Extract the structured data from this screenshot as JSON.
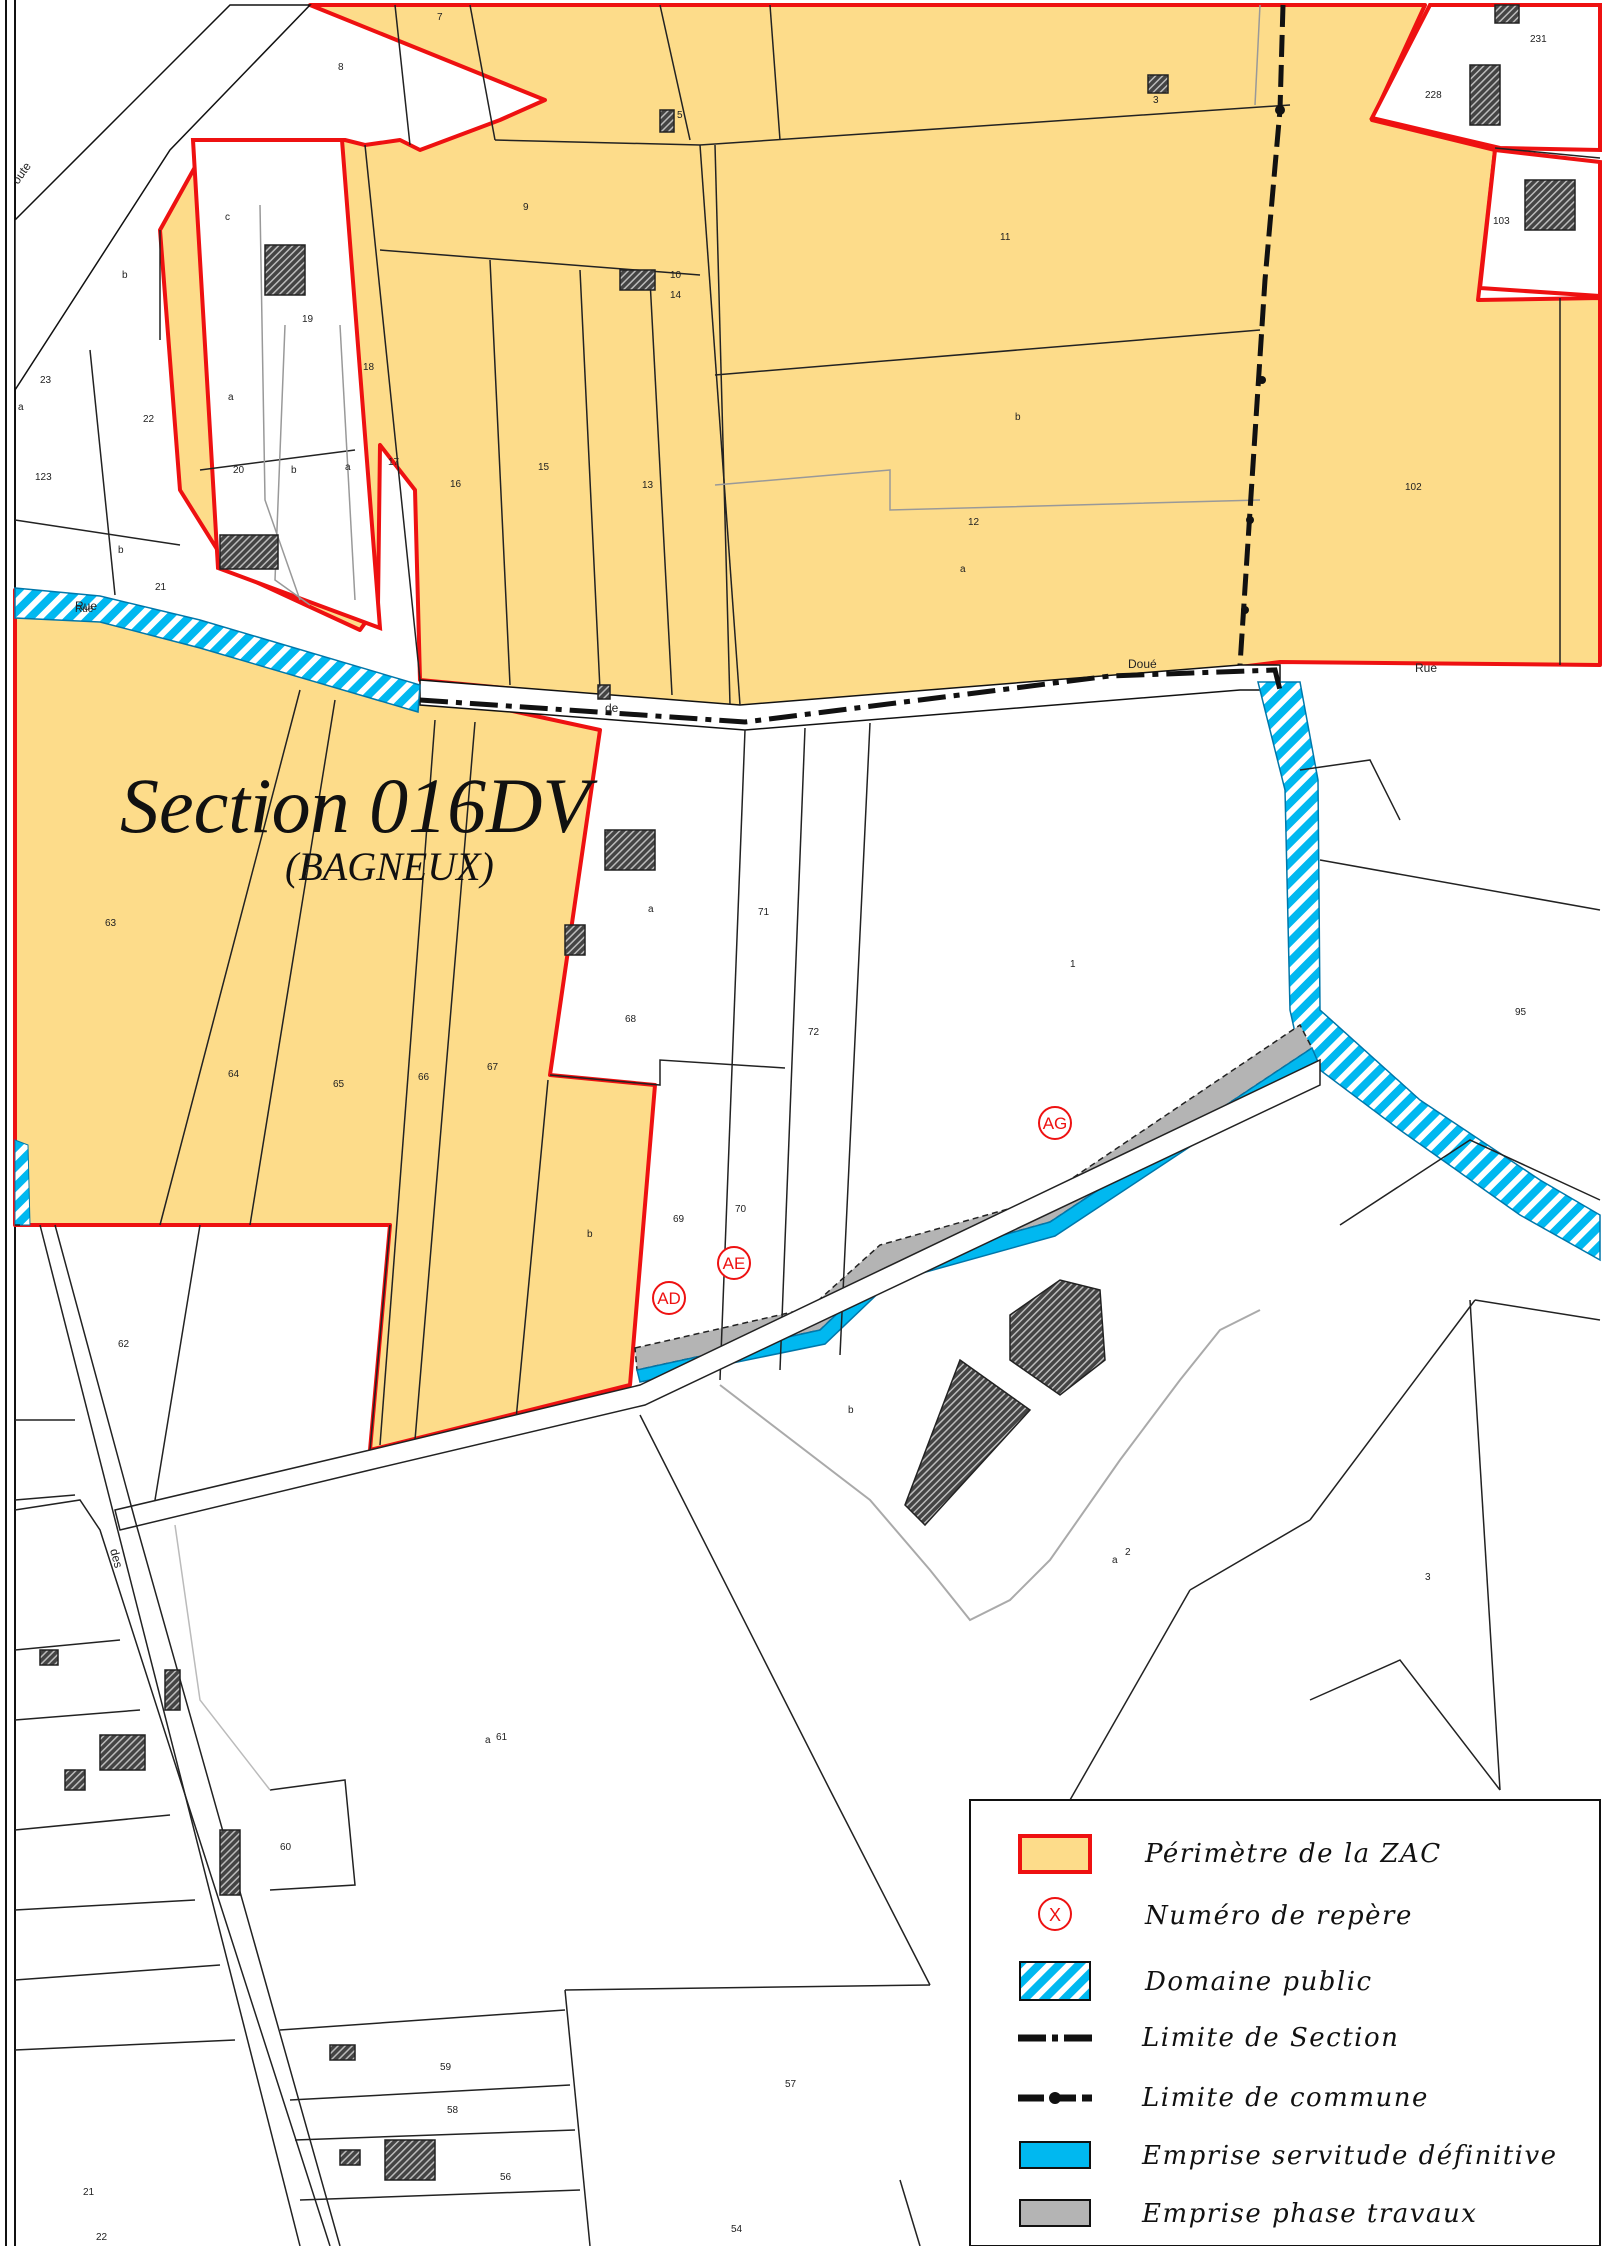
{
  "section": {
    "title": "Section 016DV",
    "subtitle": "(BAGNEUX)"
  },
  "roads": {
    "rue_upper_left": "Rue",
    "de": "de",
    "doue": "Doué",
    "rue_right": "Rue",
    "des": "des",
    "route_fragment": "oute"
  },
  "markers": [
    {
      "label": "AG"
    },
    {
      "label": "AE"
    },
    {
      "label": "AD"
    }
  ],
  "parcels": [
    "7",
    "8",
    "5",
    "3",
    "231",
    "228",
    "103",
    "9",
    "11",
    "10",
    "14",
    "c",
    "19",
    "b",
    "23",
    "22",
    "18",
    "123",
    "20",
    "b",
    "a",
    "17",
    "16",
    "15",
    "13",
    "b",
    "12",
    "102",
    "a",
    "a",
    "b",
    "21",
    "Rue",
    "63",
    "a",
    "71",
    "1",
    "68",
    "72",
    "95",
    "64",
    "65",
    "66",
    "67",
    "b",
    "69",
    "70",
    "62",
    "b",
    "2",
    "a",
    "3",
    "61",
    "a",
    "60",
    "59",
    "58",
    "57",
    "56",
    "21",
    "54",
    "a",
    "22"
  ],
  "legend": {
    "items": [
      {
        "label": "Périmètre de la ZAC",
        "swatch": "zac"
      },
      {
        "label": "Numéro de repère",
        "swatch": "marker",
        "symbol": "X"
      },
      {
        "label": "Domaine public",
        "swatch": "hatch"
      },
      {
        "label": "Limite de Section",
        "swatch": "dashdot"
      },
      {
        "label": "Limite de commune",
        "swatch": "commune"
      },
      {
        "label": "Emprise servitude définitive",
        "swatch": "cyan"
      },
      {
        "label": "Emprise phase travaux",
        "swatch": "gray"
      }
    ]
  },
  "colors": {
    "zac_fill": "#fddc8a",
    "zac_border": "#ee1111",
    "cyan": "#00b8f0",
    "gray": "#b4b4b4",
    "building": "#555555"
  }
}
